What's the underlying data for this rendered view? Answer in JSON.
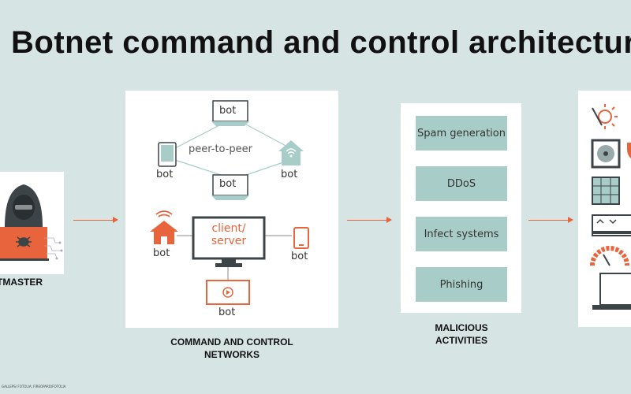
{
  "title": "Botnet command and control architecture",
  "botmaster_label": "BOTMASTER",
  "cc": {
    "caption": "COMMAND AND CONTROL NETWORKS",
    "peer_label": "peer-to-peer",
    "client_server_label": "client/ server",
    "bot_label": "bot"
  },
  "activities": {
    "caption": "MALICIOUS ACTIVITIES",
    "items": [
      "Spam generation",
      "DDoS",
      "Infect systems",
      "Phishing"
    ]
  },
  "credit": "GALLEPS/ FOTOLIA; FIREOPARD/FOTOLIA",
  "colors": {
    "accent": "#e8643c",
    "teal": "#a8cdc8",
    "background": "#d6e5e3",
    "dark": "#3d4447"
  }
}
